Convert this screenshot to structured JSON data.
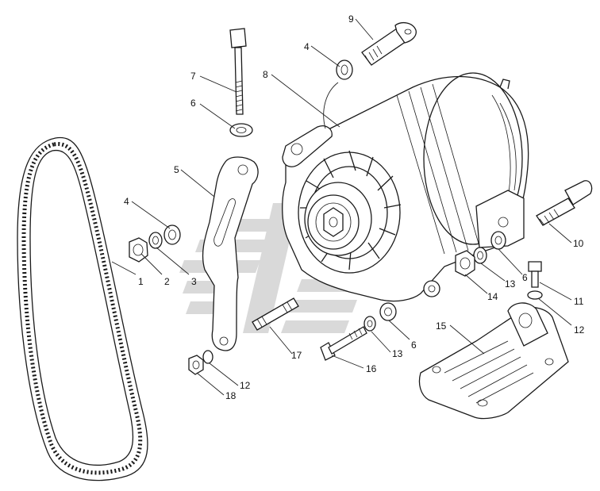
{
  "figure": {
    "callouts": [
      {
        "id": "c1",
        "text": "1"
      },
      {
        "id": "c2",
        "text": "2"
      },
      {
        "id": "c3",
        "text": "3"
      },
      {
        "id": "c4a",
        "text": "4"
      },
      {
        "id": "c4b",
        "text": "4"
      },
      {
        "id": "c5",
        "text": "5"
      },
      {
        "id": "c6a",
        "text": "6"
      },
      {
        "id": "c6b",
        "text": "6"
      },
      {
        "id": "c6c",
        "text": "6"
      },
      {
        "id": "c7",
        "text": "7"
      },
      {
        "id": "c8",
        "text": "8"
      },
      {
        "id": "c9",
        "text": "9"
      },
      {
        "id": "c10",
        "text": "10"
      },
      {
        "id": "c11",
        "text": "11"
      },
      {
        "id": "c12a",
        "text": "12"
      },
      {
        "id": "c12b",
        "text": "12"
      },
      {
        "id": "c13a",
        "text": "13"
      },
      {
        "id": "c13b",
        "text": "13"
      },
      {
        "id": "c14",
        "text": "14"
      },
      {
        "id": "c15",
        "text": "15"
      },
      {
        "id": "c16",
        "text": "16"
      },
      {
        "id": "c17",
        "text": "17"
      },
      {
        "id": "c18",
        "text": "18"
      }
    ],
    "colors": {
      "ink": "#1a1a1a",
      "watermark": "#d9d9d9",
      "background": "#ffffff"
    }
  }
}
